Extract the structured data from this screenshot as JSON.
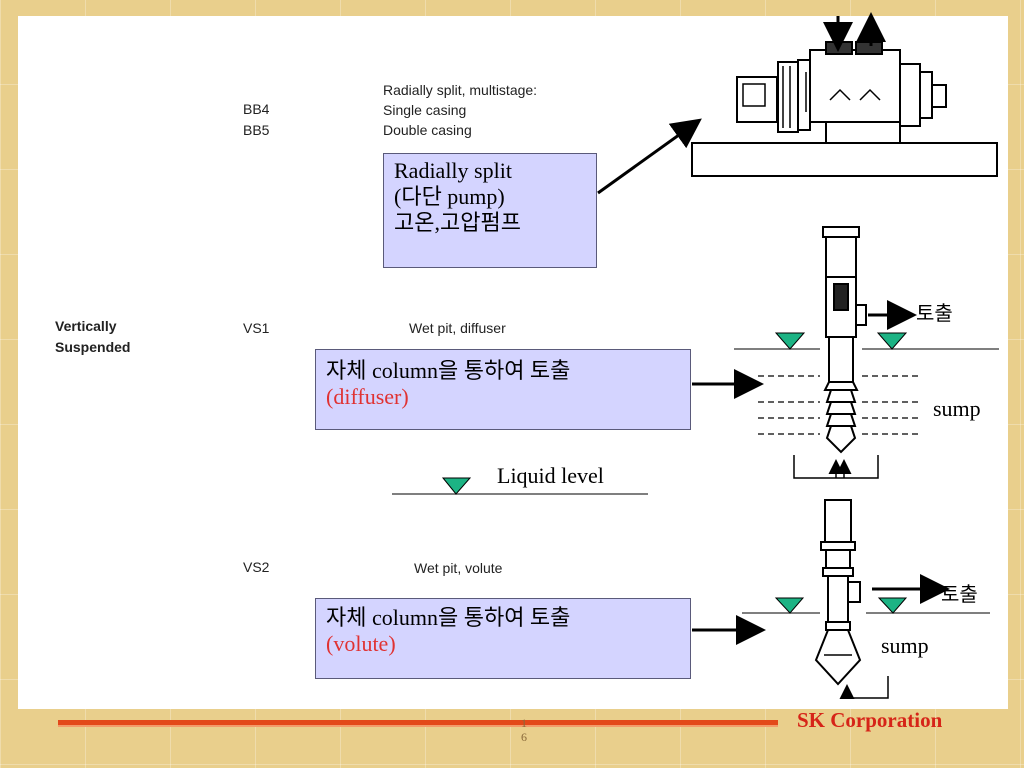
{
  "bb": {
    "header": "Radially split, multistage:",
    "codes": [
      "BB4",
      "BB5"
    ],
    "descriptions": [
      "Single casing",
      "Double casing"
    ]
  },
  "category": [
    "Vertically",
    "Suspended"
  ],
  "vs1": {
    "code": "VS1",
    "desc": "Wet pit, diffuser"
  },
  "vs2": {
    "code": "VS2",
    "desc": "Wet pit, volute"
  },
  "callout_bb": {
    "line1": "Radially split",
    "line2": "(다단 pump)",
    "line3": "고온,고압펌프"
  },
  "callout_vs1": {
    "line1": "자체 column을 통하여 토출",
    "line2": "(diffuser)"
  },
  "callout_vs2": {
    "line1": "자체 column을 통하여 토출",
    "line2": "(volute)"
  },
  "liquid_level": "Liquid level",
  "discharge_label": "토출",
  "sump_label": "sump",
  "footer": {
    "brand": "SK Corporation",
    "page_line1": "1",
    "page_line2": "6"
  },
  "colors": {
    "callout_fill": "#d4d4ff",
    "liquid_marker": "#1cb384",
    "footer_line": "#e3491a",
    "brand": "#d62418",
    "highlight_text": "#e03232"
  }
}
